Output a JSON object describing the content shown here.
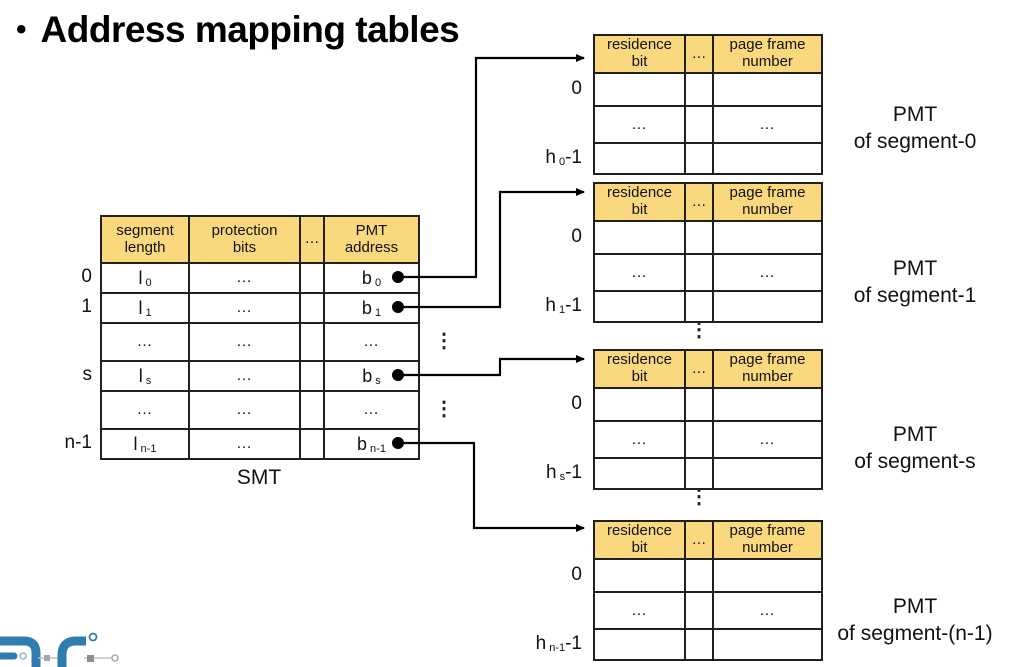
{
  "title": {
    "bullet": "•",
    "text": "Address mapping tables"
  },
  "colors": {
    "background": "#FFFFFF",
    "table_header_fill": "#FAD87E",
    "table_border": "#1F1F1F",
    "connector_line": "#000000",
    "logo_blue": "#2E7CB0"
  },
  "glyphs": {
    "vertical_ellipsis": "⋮",
    "horizontal_ellipsis": "…"
  },
  "smt": {
    "caption": "SMT",
    "col_headers": [
      "segment length",
      "protection bits",
      "…",
      "PMT address"
    ],
    "rows": [
      {
        "label": "0",
        "segment_length": {
          "pre": "l",
          "sub": "0"
        },
        "protection_bits": "…",
        "etc": "",
        "pmt_address": {
          "pre": "b",
          "sub": "0"
        }
      },
      {
        "label": "1",
        "segment_length": {
          "pre": "l",
          "sub": "1"
        },
        "protection_bits": "…",
        "etc": "",
        "pmt_address": {
          "pre": "b",
          "sub": "1"
        }
      },
      {
        "label": "",
        "segment_length": {
          "pre": "…",
          "sub": ""
        },
        "protection_bits": "…",
        "etc": "",
        "pmt_address": {
          "pre": "…",
          "sub": ""
        }
      },
      {
        "label": "s",
        "segment_length": {
          "pre": "l",
          "sub": "s"
        },
        "protection_bits": "…",
        "etc": "",
        "pmt_address": {
          "pre": "b",
          "sub": "s"
        }
      },
      {
        "label": "",
        "segment_length": {
          "pre": "…",
          "sub": ""
        },
        "protection_bits": "…",
        "etc": "",
        "pmt_address": {
          "pre": "…",
          "sub": ""
        }
      },
      {
        "label": "n-1",
        "segment_length": {
          "pre": "l",
          "sub": "n-1"
        },
        "protection_bits": "…",
        "etc": "",
        "pmt_address": {
          "pre": "b",
          "sub": "n-1"
        }
      }
    ]
  },
  "pmts": [
    {
      "col_headers": [
        "residence bit",
        "…",
        "page frame number"
      ],
      "first_row_label": "0",
      "mid_row_value": "…",
      "last_row_label": {
        "pre": "h",
        "sub": "0",
        "post": "-1"
      },
      "caption_line1": "PMT",
      "caption_line2": "of segment-0"
    },
    {
      "col_headers": [
        "residence bit",
        "…",
        "page frame number"
      ],
      "first_row_label": "0",
      "mid_row_value": "…",
      "last_row_label": {
        "pre": "h",
        "sub": "1",
        "post": "-1"
      },
      "caption_line1": "PMT",
      "caption_line2": "of segment-1"
    },
    {
      "col_headers": [
        "residence bit",
        "…",
        "page frame number"
      ],
      "first_row_label": "0",
      "mid_row_value": "…",
      "last_row_label": {
        "pre": "h",
        "sub": "s",
        "post": "-1"
      },
      "caption_line1": "PMT",
      "caption_line2": "of segment-s"
    },
    {
      "col_headers": [
        "residence bit",
        "…",
        "page frame number"
      ],
      "first_row_label": "0",
      "mid_row_value": "…",
      "last_row_label": {
        "pre": "h",
        "sub": "n-1",
        "post": "-1"
      },
      "caption_line1": "PMT",
      "caption_line2": "of segment-(n-1)"
    }
  ]
}
